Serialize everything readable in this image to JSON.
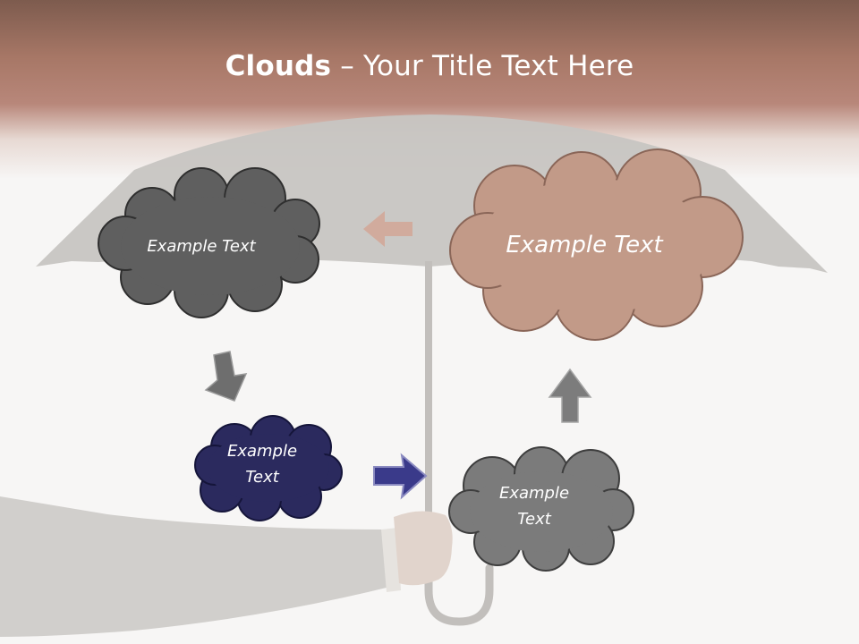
{
  "slide": {
    "title_bold": "Clouds",
    "title_sep": " – ",
    "title_rest": "Your Title Text Here"
  },
  "clouds": [
    {
      "id": "top-left",
      "text": "Example Text",
      "color": "#5f5f5f"
    },
    {
      "id": "top-right",
      "text": "Example Text",
      "color": "#c29a88"
    },
    {
      "id": "bottom-left",
      "line1": "Example",
      "line2": "Text",
      "color": "#2b2a5e"
    },
    {
      "id": "bottom-right",
      "line1": "Example",
      "line2": "Text",
      "color": "#7b7b7b"
    }
  ],
  "colors": {
    "header_dark": "#7d5b4e",
    "header_light": "#b8877a",
    "umbrella": "#c7c5c2",
    "arrow_gray": "#6e6e6e",
    "arrow_pink": "#d4a696",
    "arrow_navy": "#3a3a8a"
  },
  "icons": [
    "umbrella",
    "hand",
    "arrow-left",
    "arrow-down",
    "arrow-right",
    "arrow-up"
  ]
}
